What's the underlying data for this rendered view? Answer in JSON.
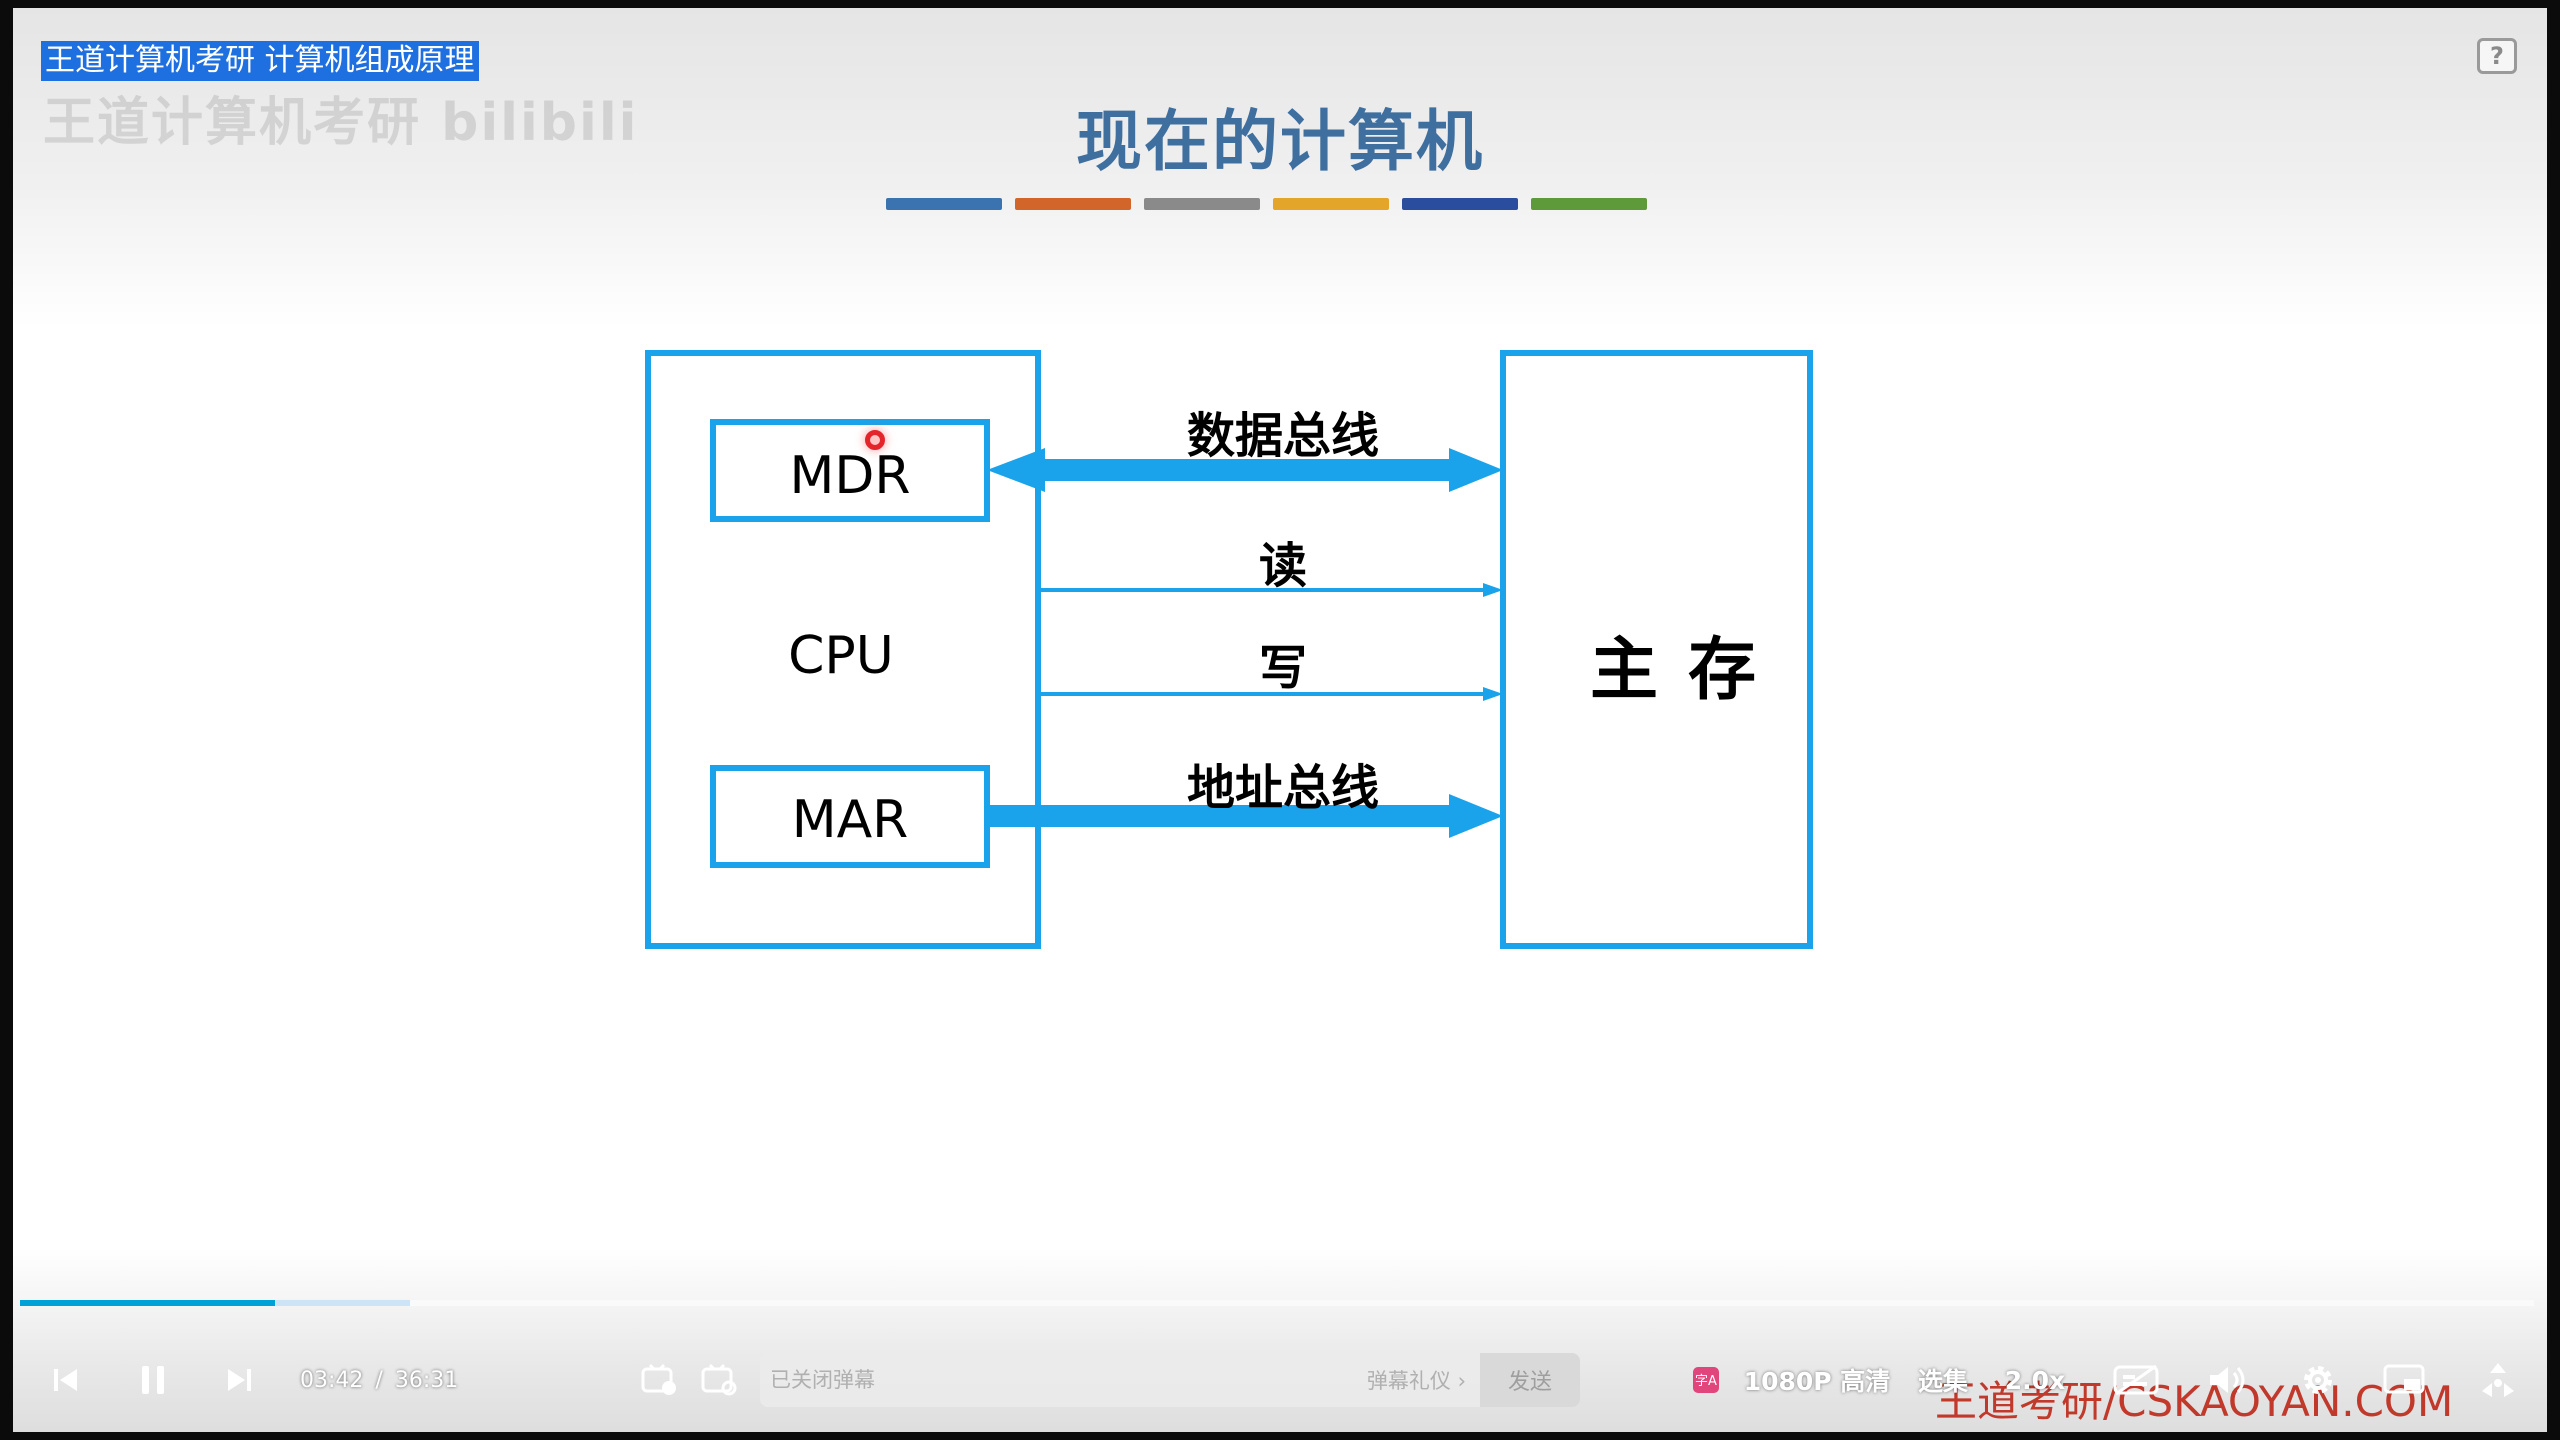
{
  "video": {
    "course_title": "王道计算机考研 计算机组成原理",
    "watermark_top": "王道计算机考研 bilibili",
    "help_label": "?"
  },
  "slide": {
    "title": "现在的计算机",
    "bar_colors": [
      "#3a73b0",
      "#d2662a",
      "#8a8a8a",
      "#e3a52a",
      "#2a4d9e",
      "#5f9a3a"
    ]
  },
  "diagram": {
    "cpu_label": "CPU",
    "mdr_label": "MDR",
    "mar_label": "MAR",
    "memory_label": "主存",
    "data_bus_label": "数据总线",
    "read_label": "读",
    "write_label": "写",
    "address_bus_label": "地址总线",
    "line_color": "#1aa3ea"
  },
  "player": {
    "current_time": "03:42",
    "separator": "/",
    "total_time": "36:31",
    "progress_fraction": 0.1015,
    "buffered_fraction": 0.155,
    "danmaku_placeholder": "已关闭弹幕",
    "danmaku_etiquette": "弹幕礼仪 ›",
    "send_label": "发送",
    "quality_label": "1080P 高清",
    "episodes_label": "选集",
    "speed_label": "2.0x",
    "watermark_bottom": "王道考研/CSKAOYAN.COM"
  }
}
